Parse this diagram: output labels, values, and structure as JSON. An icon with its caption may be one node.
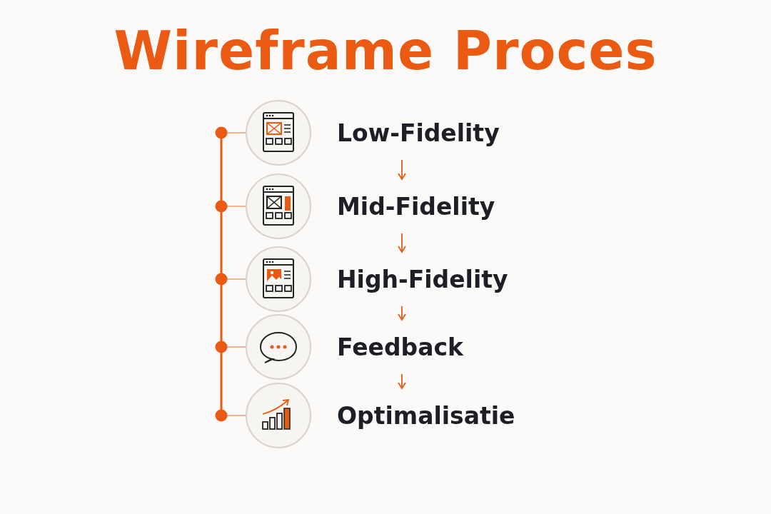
{
  "diagram": {
    "title": "Wireframe Proces",
    "nodes": [
      {
        "text": [
          "Low-Fidelity"
        ]
      },
      {
        "text": [
          "Mid-Fidelity"
        ]
      },
      {
        "text": [
          "High-Fidelity"
        ]
      },
      {
        "text": [
          "Feedback"
        ]
      },
      {
        "text": [
          "Optimalisatie"
        ]
      }
    ],
    "edges": [
      {
        "from": 0,
        "to": 1,
        "arrow": "to"
      },
      {
        "from": 1,
        "to": 2,
        "arrow": "to"
      },
      {
        "from": 2,
        "to": 3,
        "arrow": "to"
      },
      {
        "from": 3,
        "to": 4,
        "arrow": "to"
      }
    ]
  }
}
